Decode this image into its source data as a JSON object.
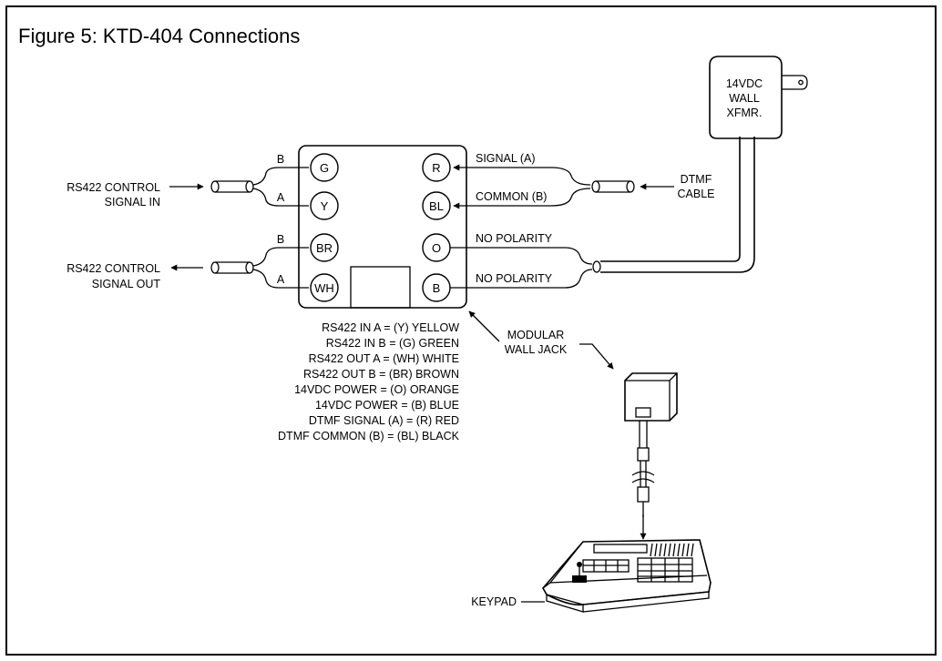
{
  "figure": {
    "title": "Figure 5: KTD-404 Connections"
  },
  "inputs": {
    "rs422_in": [
      "RS422 CONTROL",
      "SIGNAL IN"
    ],
    "rs422_out": [
      "RS422 CONTROL",
      "SIGNAL OUT"
    ],
    "in_wire_b": "B",
    "in_wire_a": "A",
    "out_wire_b": "B",
    "out_wire_a": "A"
  },
  "terminals": {
    "g": "G",
    "y": "Y",
    "br": "BR",
    "wh": "WH",
    "r": "R",
    "bl": "BL",
    "o": "O",
    "b": "B"
  },
  "right_wires": {
    "signal_a": "SIGNAL (A)",
    "common_b": "COMMON (B)",
    "no_polarity_1": "NO POLARITY",
    "no_polarity_2": "NO POLARITY"
  },
  "dtmf_cable": [
    "DTMF",
    "CABLE"
  ],
  "transformer": [
    "14VDC",
    "WALL",
    "XFMR."
  ],
  "wall_jack": [
    "MODULAR",
    "WALL JACK"
  ],
  "keypad": "KEYPAD",
  "legend": [
    "RS422 IN A = (Y) YELLOW",
    "RS422 IN B = (G) GREEN",
    "RS422 OUT A = (WH) WHITE",
    "RS422 OUT B = (BR) BROWN",
    "14VDC POWER = (O) ORANGE",
    "14VDC POWER = (B) BLUE",
    "DTMF SIGNAL (A) = (R) RED",
    "DTMF COMMON (B) = (BL) BLACK"
  ]
}
